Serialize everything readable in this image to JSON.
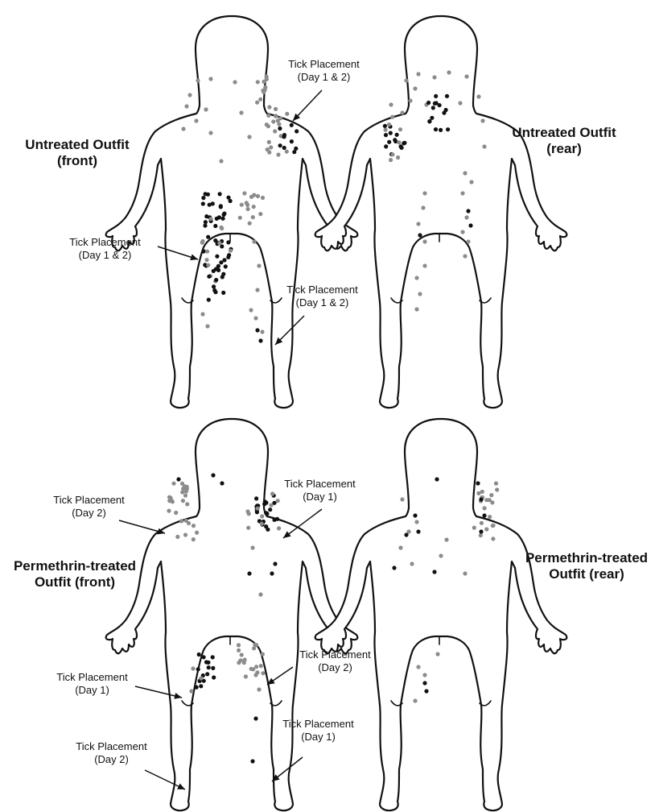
{
  "colors": {
    "day1_dot": "#111111",
    "day2_dot": "#8c8c8c",
    "outline": "#111111",
    "background": "#ffffff"
  },
  "panels": {
    "untreated_front": {
      "title_line1": "Untreated Outfit",
      "title_line2": "(front)"
    },
    "untreated_rear": {
      "title_line1": "Untreated Outfit",
      "title_line2": "(rear)"
    },
    "treated_front": {
      "title_line1": "Permethrin-treated",
      "title_line2": "Outfit (front)"
    },
    "treated_rear": {
      "title_line1": "Permethrin-treated",
      "title_line2": "Outfit (rear)"
    }
  },
  "callouts": {
    "uf_arm": {
      "line1": "Tick Placement",
      "line2": "(Day 1 & 2)"
    },
    "uf_thigh": {
      "line1": "Tick Placement",
      "line2": "(Day 1 & 2)"
    },
    "uf_ankle": {
      "line1": "Tick Placement",
      "line2": "(Day 1 & 2)"
    },
    "tf_left_shoulder": {
      "line1": "Tick Placement",
      "line2": "(Day 2)"
    },
    "tf_right_shoulder": {
      "line1": "Tick Placement",
      "line2": "(Day 1)"
    },
    "tf_right_thigh": {
      "line1": "Tick Placement",
      "line2": "(Day 2)"
    },
    "tf_left_thigh": {
      "line1": "Tick Placement",
      "line2": "(Day 1)"
    },
    "tf_right_ankle": {
      "line1": "Tick Placement",
      "line2": "(Day 1)"
    },
    "tf_left_ankle": {
      "line1": "Tick Placement",
      "line2": "(Day 2)"
    }
  }
}
